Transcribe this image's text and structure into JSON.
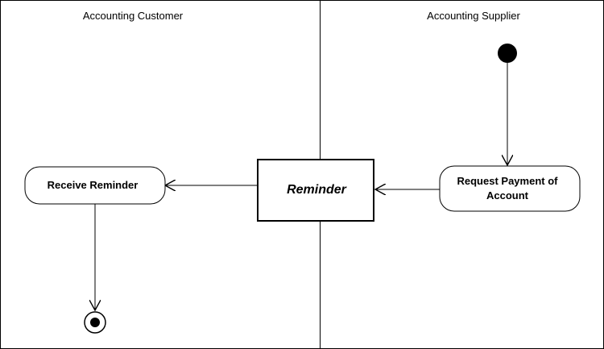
{
  "swimlanes": [
    {
      "title": "Accounting Customer"
    },
    {
      "title": "Accounting Supplier"
    }
  ],
  "actions": {
    "receive_reminder": "Receive Reminder",
    "request_payment_line1": "Request Payment of",
    "request_payment_line2": "Account"
  },
  "object_node": {
    "label": "Reminder"
  },
  "colors": {
    "stroke": "#000000",
    "fill": "#ffffff",
    "text": "#000000"
  }
}
